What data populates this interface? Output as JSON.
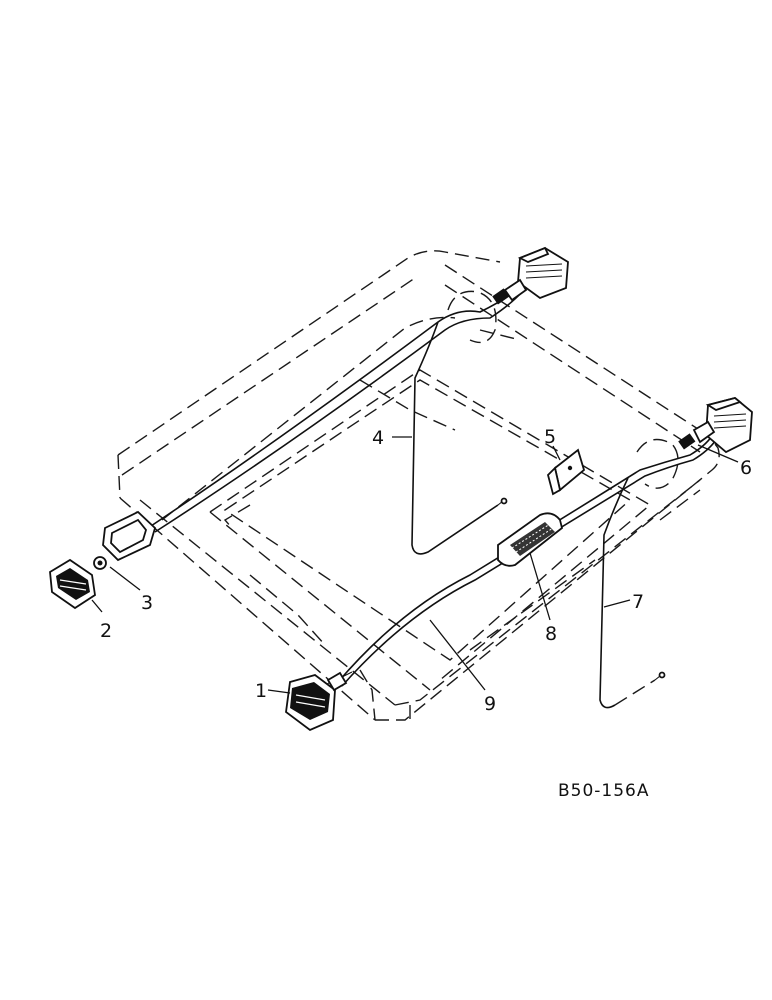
{
  "callouts": {
    "c1": "1",
    "c2": "2",
    "c3": "3",
    "c4": "4",
    "c5": "5",
    "c6": "6",
    "c7": "7",
    "c8": "8",
    "c9": "9"
  },
  "reference_code": "B50-156A"
}
